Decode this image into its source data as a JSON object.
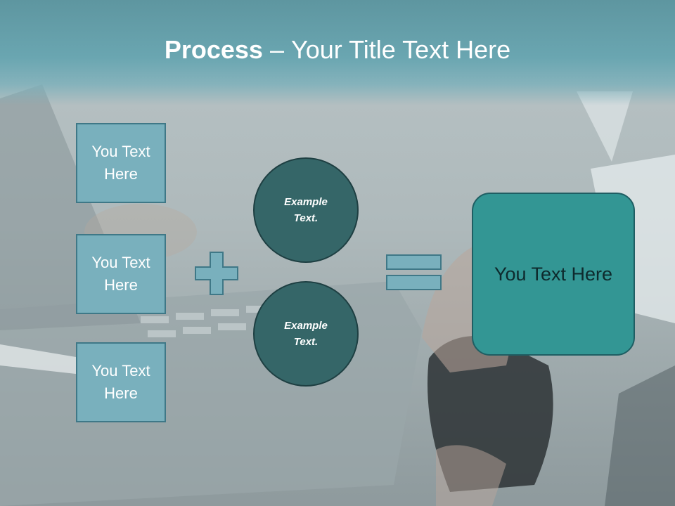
{
  "slide": {
    "title_bold": "Process",
    "title_sep": "–",
    "title_rest": "Your Title Text Here",
    "left_boxes": [
      {
        "line1": "You Text",
        "line2": "Here"
      },
      {
        "line1": "You Text",
        "line2": "Here"
      },
      {
        "line1": "You Text",
        "line2": "Here"
      }
    ],
    "circles": [
      {
        "line1": "Example",
        "line2": "Text."
      },
      {
        "line1": "Example",
        "line2": "Text."
      }
    ],
    "result": "You Text Here",
    "plus_icon": "plus-icon",
    "equals_icon": "equals-icon"
  },
  "colors": {
    "header": "#6aa6b1",
    "box_fill": "#79b0bd",
    "circle_fill": "#356668",
    "result_fill": "#339694",
    "operator_fill": "#79b0bd"
  }
}
